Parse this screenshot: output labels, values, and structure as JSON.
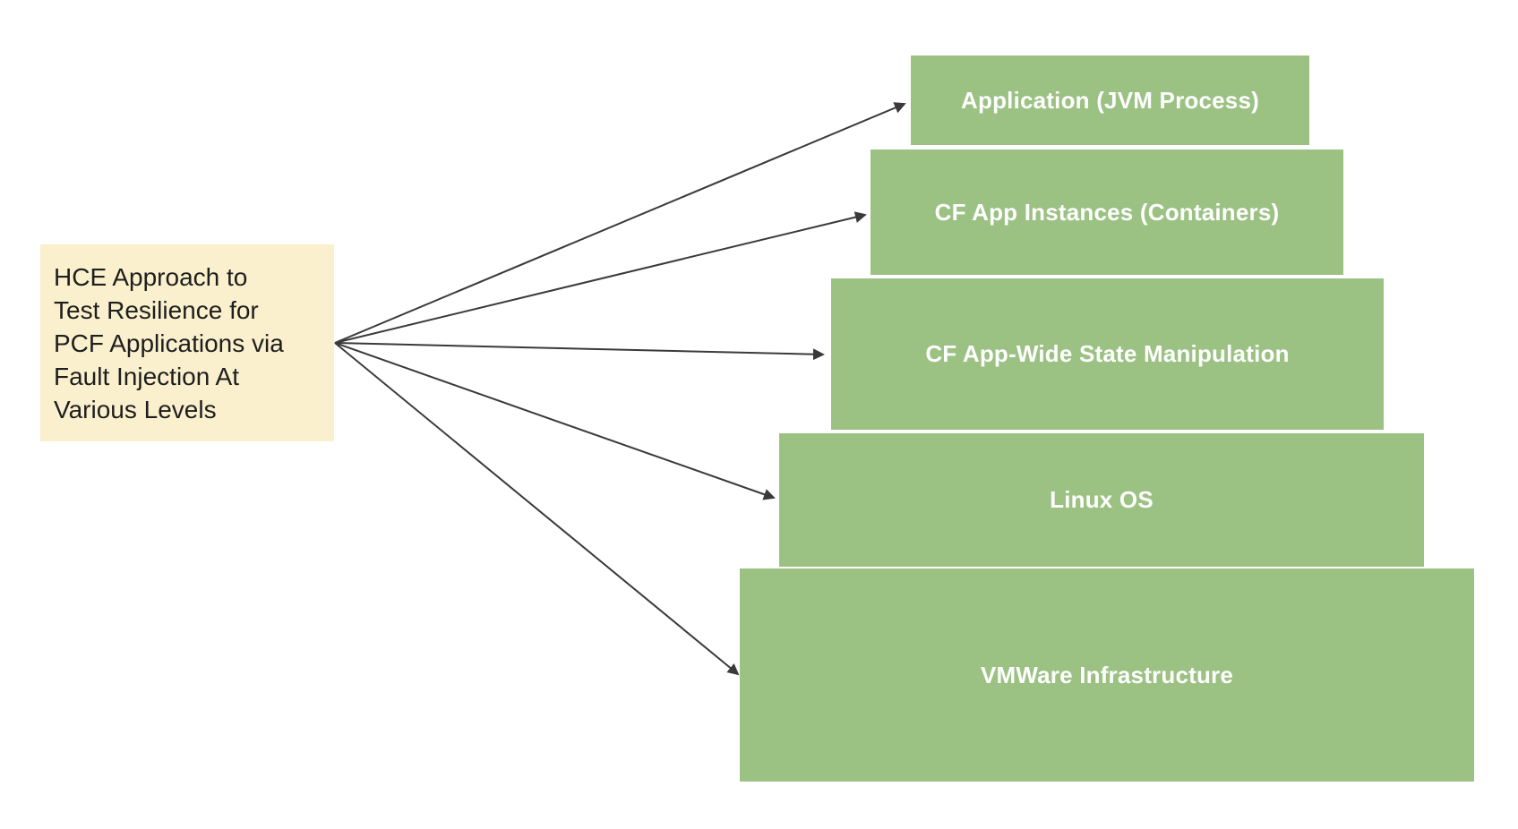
{
  "diagram": {
    "background": "#FFFFFF",
    "source_box": {
      "text": "HCE Approach to\nTest Resilience for\nPCF Applications via\nFault Injection At\nVarious Levels",
      "bg_color": "#FAF0CD",
      "text_color": "#1E1E1E"
    },
    "arrow_color": "#3A3A3A",
    "level_color": "#9BC183",
    "level_label_color": "#FFFFFF",
    "levels": [
      {
        "label": "Application (JVM Process)"
      },
      {
        "label": "CF App Instances (Containers)"
      },
      {
        "label": "CF App-Wide State Manipulation"
      },
      {
        "label": "Linux OS"
      },
      {
        "label": "VMWare Infrastructure"
      }
    ]
  }
}
